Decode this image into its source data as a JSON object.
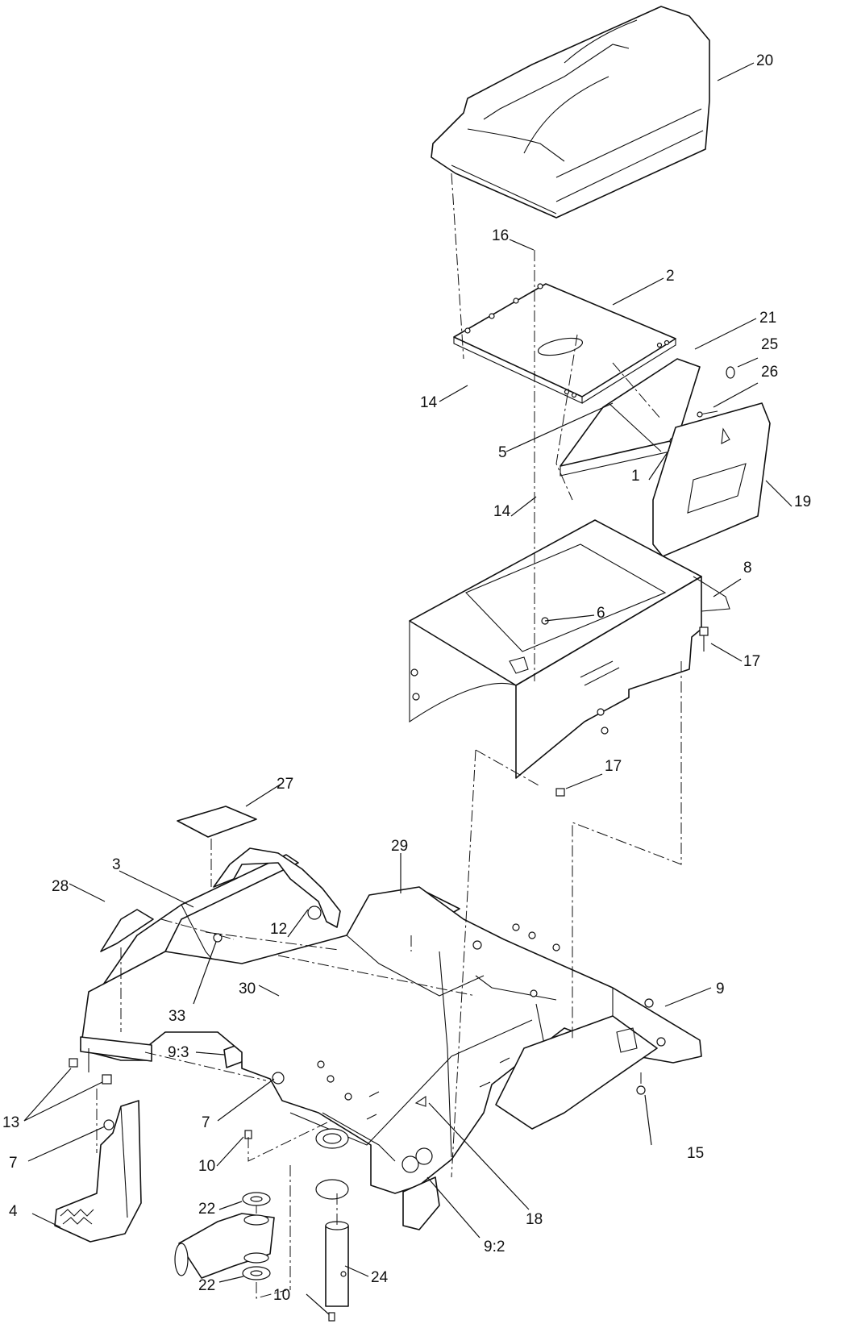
{
  "callouts": [
    {
      "label": "20"
    },
    {
      "label": "16"
    },
    {
      "label": "2"
    },
    {
      "label": "21"
    },
    {
      "label": "25"
    },
    {
      "label": "26"
    },
    {
      "label": "14"
    },
    {
      "label": "5"
    },
    {
      "label": "1"
    },
    {
      "label": "19"
    },
    {
      "label": "14"
    },
    {
      "label": "8"
    },
    {
      "label": "6"
    },
    {
      "label": "17"
    },
    {
      "label": "17"
    },
    {
      "label": "27"
    },
    {
      "label": "3"
    },
    {
      "label": "29"
    },
    {
      "label": "28"
    },
    {
      "label": "12"
    },
    {
      "label": "9"
    },
    {
      "label": "30"
    },
    {
      "label": "33"
    },
    {
      "label": "9:3"
    },
    {
      "label": "13"
    },
    {
      "label": "7"
    },
    {
      "label": "15"
    },
    {
      "label": "10"
    },
    {
      "label": "7"
    },
    {
      "label": "22"
    },
    {
      "label": "18"
    },
    {
      "label": "4"
    },
    {
      "label": "9:2"
    },
    {
      "label": "24"
    },
    {
      "label": "22"
    },
    {
      "label": "10"
    }
  ]
}
